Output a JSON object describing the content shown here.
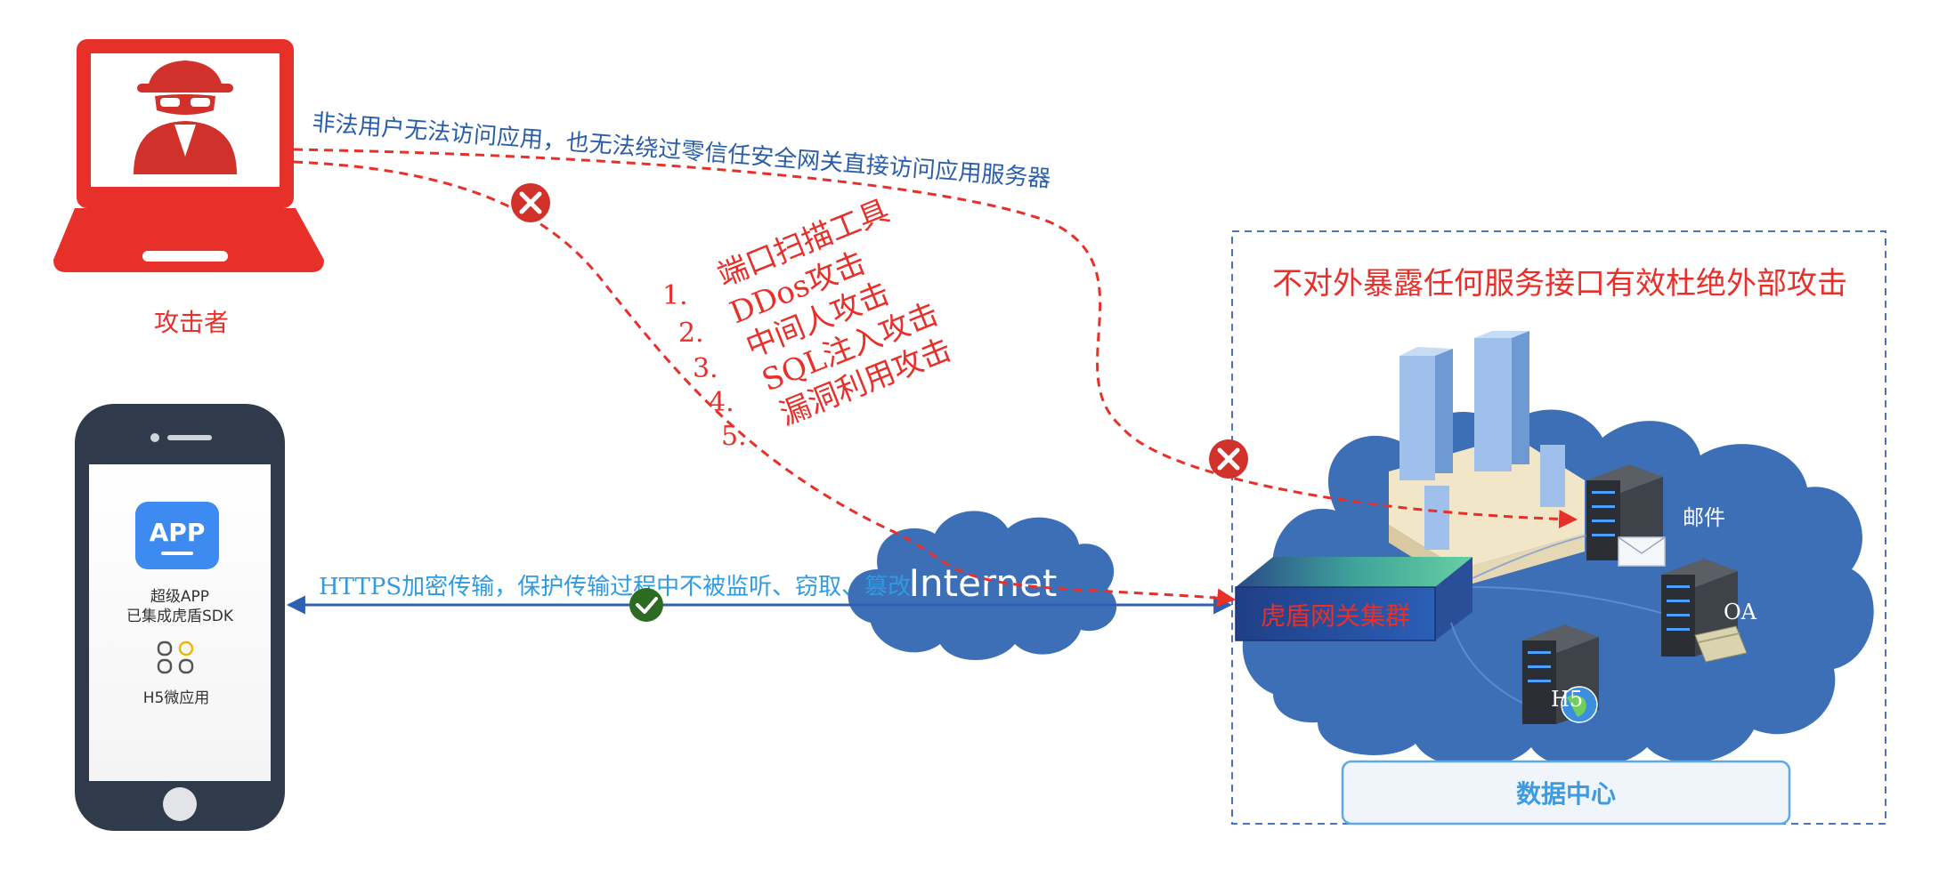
{
  "attacker": {
    "label": "攻击者"
  },
  "attack_note": "非法用户无法访问应用，也无法绕过零信任安全网关直接访问应用服务器",
  "attack_list": {
    "numbers": [
      "1.",
      "2.",
      "3.",
      "4.",
      "5."
    ],
    "items": [
      "端口扫描工具",
      "DDos攻击",
      "中间人攻击",
      "SQL注入攻击",
      "漏洞利用攻击"
    ]
  },
  "phone": {
    "app_icon_text": "APP",
    "app_title": "超级APP",
    "app_subtitle": "已集成虎盾SDK",
    "h5_label": "H5微应用"
  },
  "https_note": "HTTPS加密传输，保护传输过程中不被监听、窃取、篡改",
  "internet_label": "Internet",
  "datacenter": {
    "headline": "不对外暴露任何服务接口有效杜绝外部攻击",
    "gateway_label": "虎盾网关集群",
    "servers": [
      "邮件",
      "OA",
      "H5"
    ],
    "footer_label": "数据中心"
  },
  "colors": {
    "attack_red": "#e8302a",
    "note_blue": "#2a5ea8",
    "https_blue": "#2f9be0",
    "cloud_blue": "#3c6fb6",
    "check_green": "#2e6b22"
  }
}
